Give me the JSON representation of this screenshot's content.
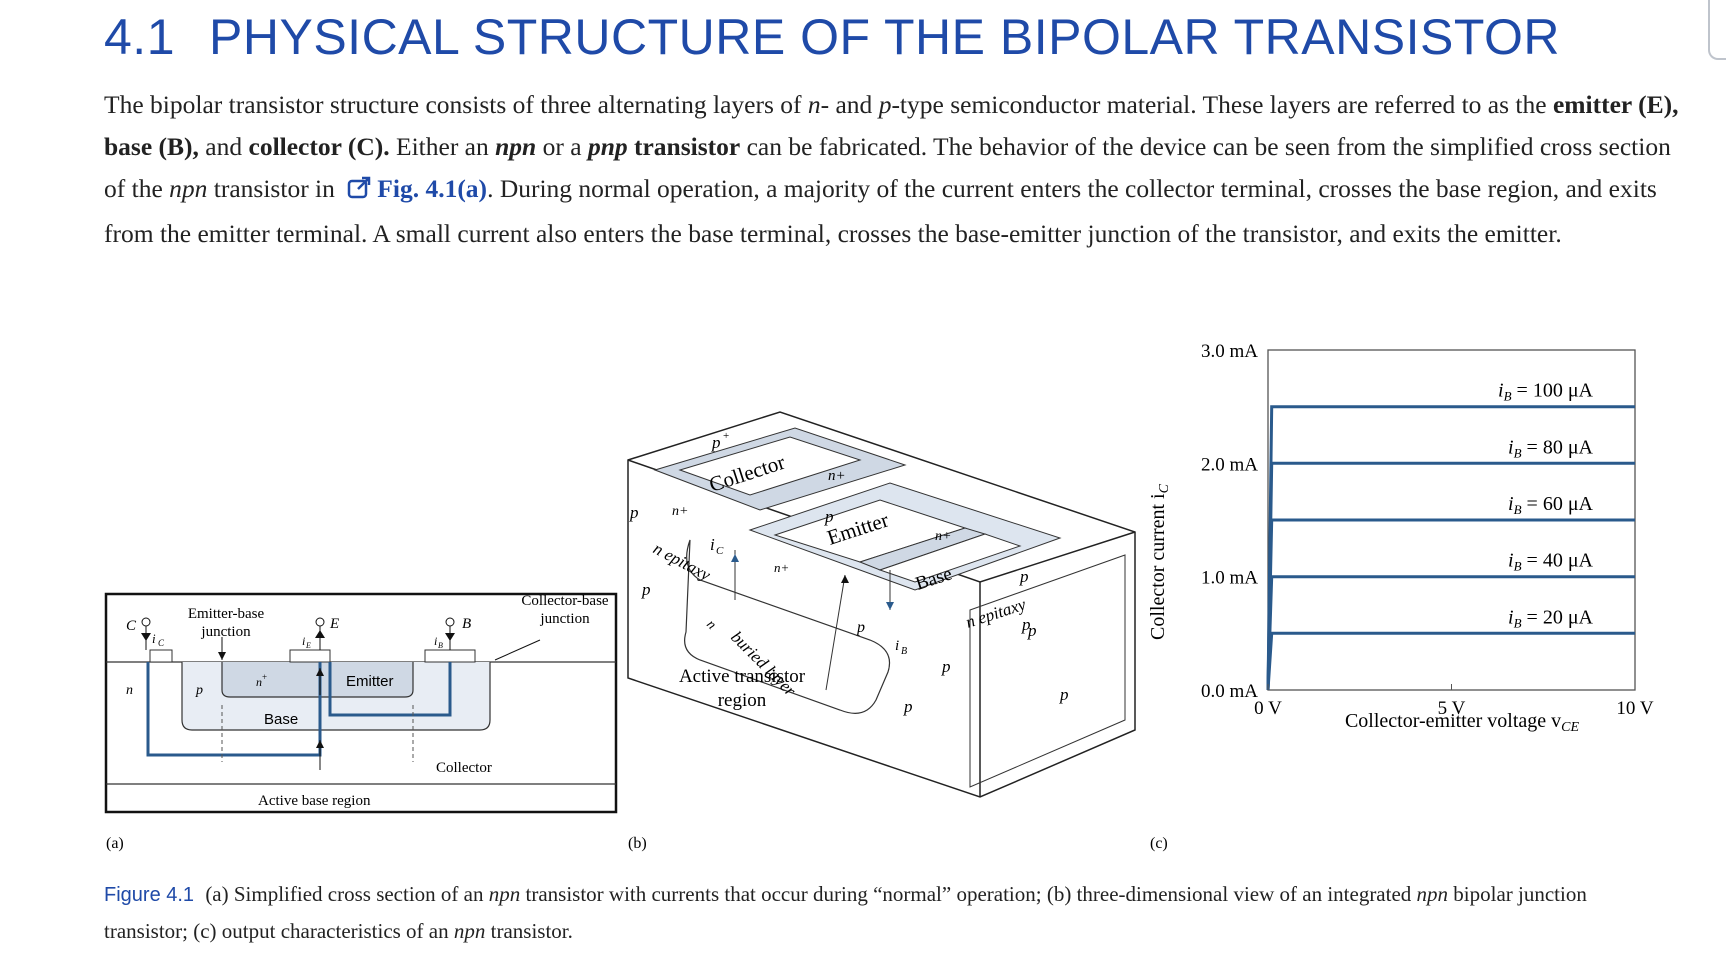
{
  "heading": {
    "number": "4.1",
    "title": "PHYSICAL STRUCTURE OF THE BIPOLAR TRANSISTOR"
  },
  "para": {
    "t1": "The bipolar transistor structure consists of three alternating layers of ",
    "n": "n",
    "t2": "- and ",
    "p": "p",
    "t3": "-type semiconductor material. These layers are referred to as the ",
    "b1": "emitter (E), base (B),",
    "t4": " and ",
    "b2": "collector (C).",
    "t5": " Either an ",
    "npn": "npn",
    "t6": " or a ",
    "pnp": "pnp",
    "b3": " transistor",
    "t7": " can be fabricated. The behavior of the device can be seen from the simplified cross section of the ",
    "npn2": "npn",
    "t8": " transistor in ",
    "figlink": "Fig. 4.1(a)",
    "t9": ". During normal operation, a majority of the current enters the collector terminal, crosses the base region, and exits from the emitter terminal. A small current also enters the base terminal, crosses the base-emitter junction of the transistor, and exits the emitter."
  },
  "panel_a": {
    "label": "(a)",
    "C": "C",
    "iC": "i",
    "iC_sub": "C",
    "E": "E",
    "iE": "i",
    "iE_sub": "E",
    "B": "B",
    "iB": "i",
    "iB_sub": "B",
    "emitter_base_1": "Emitter-base",
    "emitter_base_2": "junction",
    "collector_base_1": "Collector-base",
    "collector_base_2": "junction",
    "n": "n",
    "p": "p",
    "nplus": "n",
    "plus": "+",
    "emitter": "Emitter",
    "base": "Base",
    "collector": "Collector",
    "active_base": "Active base region"
  },
  "panel_b": {
    "label": "(b)",
    "pplus_top": "p",
    "pplus_left": "p",
    "plus": "+",
    "collector": "Collector",
    "emitter": "Emitter",
    "base": "Base",
    "nplus1": "n+",
    "nplus2": "n+",
    "nplus3": "n+",
    "nplus4": "n+",
    "nplus5": "n",
    "p1": "p",
    "p2": "p",
    "p3": "p",
    "p4": "p",
    "p5": "p",
    "p6": "p",
    "p7": "p",
    "n_epitaxy1": "n epitaxy",
    "n_epitaxy2": "n epitaxy",
    "buried_layer": "buried layer",
    "iC": "i",
    "iC_sub": "C",
    "iB": "i",
    "iB_sub": "B",
    "pplus_bottom": "p",
    "pplus_right": "p",
    "active_1": "Active transistor",
    "active_2": "region"
  },
  "panel_c": {
    "label": "(c)",
    "y_ticks": [
      "3.0 mA",
      "2.0 mA",
      "1.0 mA",
      "0.0 mA"
    ],
    "x_ticks": [
      "0 V",
      "5 V",
      "10 V"
    ],
    "ylabel": "Collector current i",
    "ylabel_sub": "C",
    "xlabel": "Collector-emitter voltage v",
    "xlabel_sub": "CE",
    "curve_labels": [
      "i",
      "i",
      "i",
      "i",
      "i"
    ],
    "curve_label_sub": "B",
    "curve_values": [
      "= 100 μA",
      "= 80 μA",
      "= 60 μA",
      "= 40 μA",
      "= 20 μA"
    ]
  },
  "chart_data": {
    "type": "line",
    "title": "",
    "xlabel": "Collector-emitter voltage vCE",
    "ylabel": "Collector current iC",
    "xlim": [
      0,
      10
    ],
    "ylim": [
      0,
      3.0
    ],
    "x_ticks": [
      "0 V",
      "5 V",
      "10 V"
    ],
    "y_ticks": [
      "0.0 mA",
      "1.0 mA",
      "2.0 mA",
      "3.0 mA"
    ],
    "series": [
      {
        "name": "iB = 100 μA",
        "x": [
          0,
          0.1,
          10
        ],
        "y": [
          0,
          2.5,
          2.5
        ]
      },
      {
        "name": "iB = 80 μA",
        "x": [
          0,
          0.1,
          10
        ],
        "y": [
          0,
          2.0,
          2.0
        ]
      },
      {
        "name": "iB = 60 μA",
        "x": [
          0,
          0.1,
          10
        ],
        "y": [
          0,
          1.5,
          1.5
        ]
      },
      {
        "name": "iB = 40 μA",
        "x": [
          0,
          0.1,
          10
        ],
        "y": [
          0,
          1.0,
          1.0
        ]
      },
      {
        "name": "iB = 20 μA",
        "x": [
          0,
          0.1,
          10
        ],
        "y": [
          0,
          0.5,
          0.5
        ]
      }
    ],
    "line_color": "#2a5a8c",
    "grid": false
  },
  "caption": {
    "label": "Figure 4.1",
    "t1": " (a) Simplified cross section of an ",
    "npn": "npn",
    "t2": " transistor with currents that occur during “normal” operation; (b) three-dimensional view of an integrated ",
    "npn2": "npn",
    "t3": " bipolar junction transistor; (c) output characteristics of an ",
    "npn3": "npn",
    "t4": " transistor."
  },
  "colors": {
    "accent": "#1f4aa8",
    "device_blue": "#2a5a8c",
    "region_fill": "#dde5ef"
  }
}
